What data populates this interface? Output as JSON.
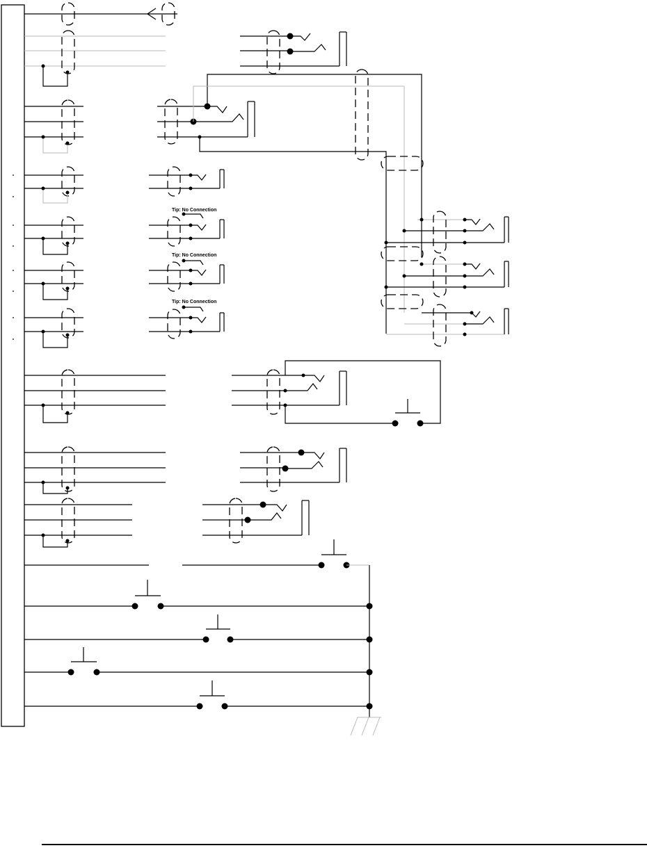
{
  "labels": {
    "tip_1": "Tip: No Connection",
    "tip_2": "Tip: No Connection",
    "tip_3": "Tip: No Connection"
  }
}
